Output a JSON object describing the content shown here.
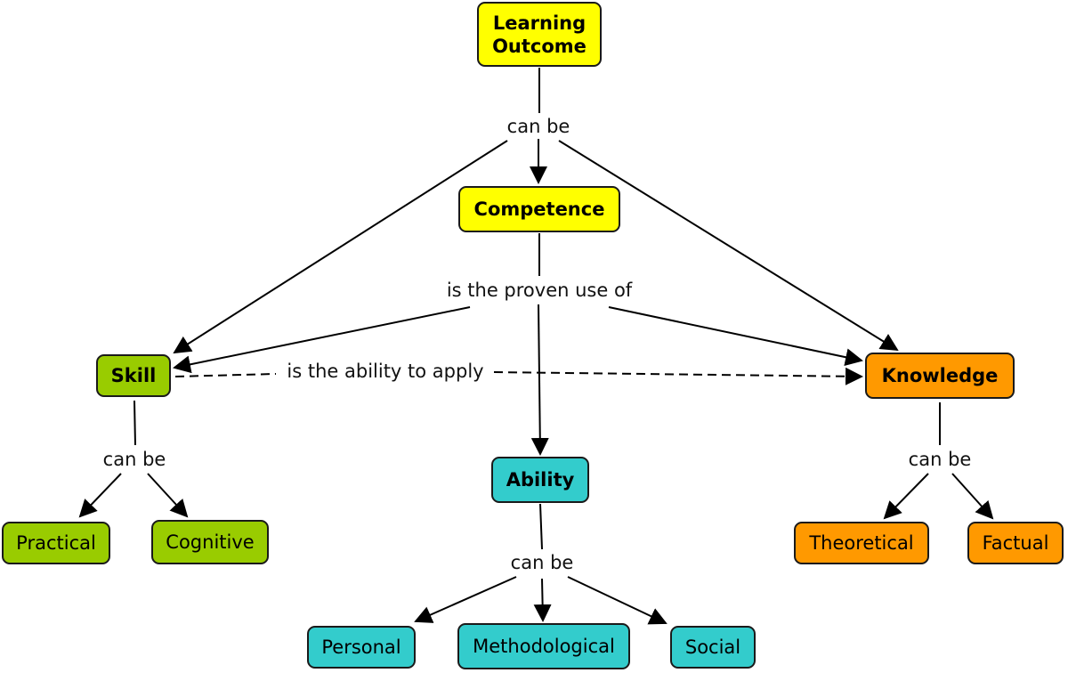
{
  "colors": {
    "yellow": "#ffff00",
    "green": "#99cc00",
    "teal": "#33cccc",
    "orange": "#ff9900",
    "line": "#000000"
  },
  "nodes": {
    "learning_outcome": "Learning Outcome",
    "competence": "Competence",
    "skill": "Skill",
    "knowledge": "Knowledge",
    "ability": "Ability",
    "practical": "Practical",
    "cognitive": "Cognitive",
    "theoretical": "Theoretical",
    "factual": "Factual",
    "personal": "Personal",
    "methodological": "Methodological",
    "social": "Social"
  },
  "links": {
    "outcome_can_be": "can be",
    "proven_use_of": "is the proven use of",
    "ability_to_apply": "is the ability to apply",
    "skill_can_be": "can be",
    "ability_can_be": "can be",
    "knowledge_can_be": "can be"
  }
}
